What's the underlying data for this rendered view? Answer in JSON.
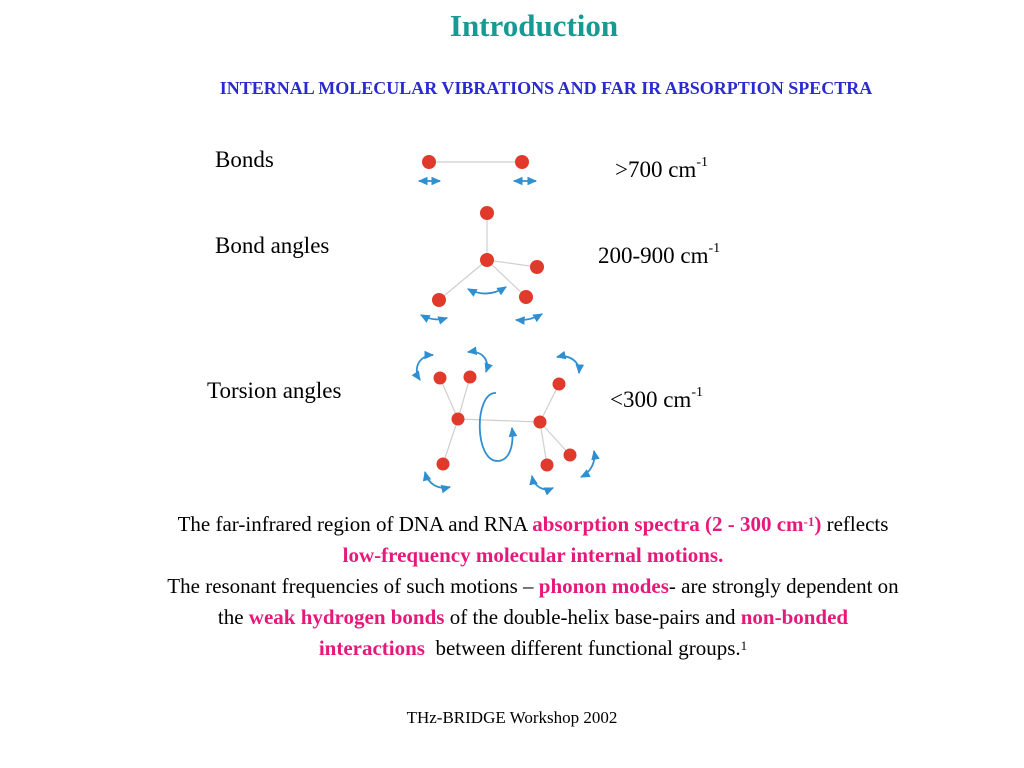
{
  "slide": {
    "title": "Introduction",
    "subtitle": "INTERNAL MOLECULAR VIBRATIONS AND FAR IR ABSORPTION SPECTRA"
  },
  "rows": [
    {
      "label": "Bonds",
      "range_text": ">700 cm",
      "range_exp": "-1"
    },
    {
      "label": "Bond angles",
      "range_text": "200-900 cm",
      "range_exp": "-1"
    },
    {
      "label": "Torsion angles",
      "range_text": "<300 cm",
      "range_exp": "-1"
    }
  ],
  "paragraph": {
    "s1a": "The far-infrared region of DNA and RNA ",
    "s1b": "absorption spectra (2 - 300 cm",
    "s1b_exp": "-1",
    "s1c": ")",
    "s1d": " reflects",
    "s2": "low-frequency molecular internal motions.",
    "s3a": "The resonant frequencies of such motions – ",
    "s3b": "phonon modes",
    "s3c": "- are strongly dependent on",
    "s4a": "the ",
    "s4b": "weak hydrogen bonds",
    "s4c": " of the double-helix base-pairs and ",
    "s4d": "non-bonded",
    "s5a": "interactions",
    "s5b": "  between different functional groups.",
    "s5_exp": "1"
  },
  "footer": "THz-BRIDGE Workshop 2002",
  "colors": {
    "atom": "#e03a2c",
    "arrow": "#2f8fd0",
    "bond": "#cfcfcf",
    "title": "#169a93",
    "subtitle": "#2a2ad0",
    "highlight": "#e6197a"
  }
}
